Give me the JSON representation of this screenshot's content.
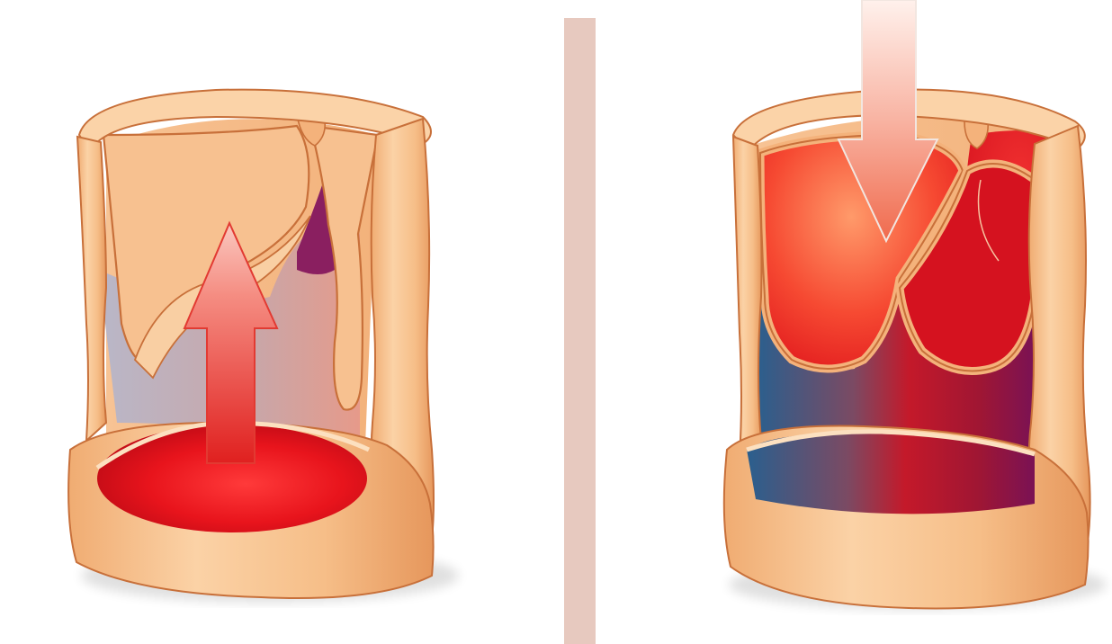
{
  "diagram": {
    "panels": [
      {
        "id": "open-valve",
        "flow": "up"
      },
      {
        "id": "closed-valve",
        "flow": "down"
      }
    ],
    "colors": {
      "vessel_wall": "#f5bd87",
      "vessel_wall_light": "#fbd7ae",
      "vessel_wall_dark": "#d98f55",
      "outline": "#c8703a",
      "blood_red": "#e8141c",
      "blood_deep": "#8e1236",
      "deoxygenated_blue": "#2a5f8e",
      "divider": "#e7c9bf",
      "arrow_top": "#f7d6cc",
      "arrow_bottom": "#e82a2a"
    }
  }
}
